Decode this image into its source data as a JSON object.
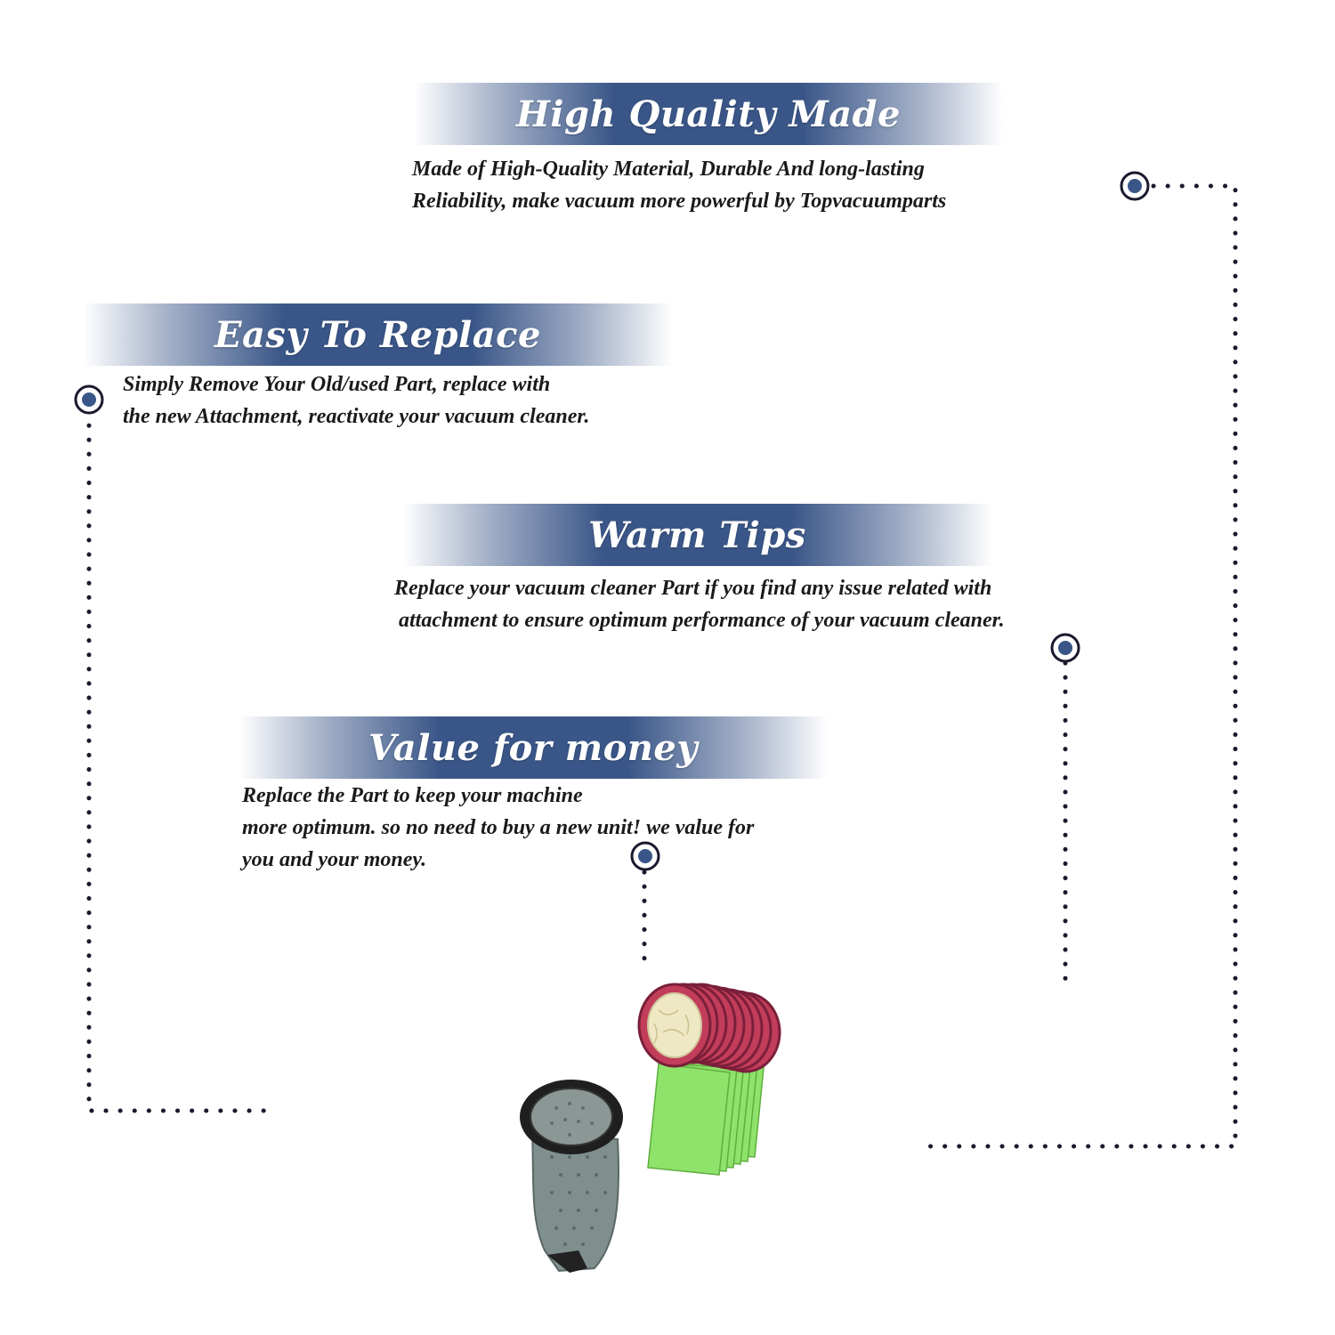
{
  "sections": [
    {
      "title": "High Quality Made",
      "lines": [
        "Made of  High-Quality Material, Durable And long-lasting",
        "Reliability, make vacuum more powerful by Topvacuumparts"
      ]
    },
    {
      "title": "Easy To Replace",
      "lines": [
        "Simply Remove Your Old/used Part, replace with",
        "the new Attachment, reactivate your vacuum cleaner."
      ]
    },
    {
      "title": "Warm Tips",
      "lines": [
        "Replace your vacuum cleaner Part if you find any issue related with",
        "attachment to ensure optimum performance of your vacuum cleaner."
      ]
    },
    {
      "title": "Value for money",
      "lines": [
        "Replace the Part to keep your machine",
        "more optimum. so no need to buy a new unit! we value for",
        "you and your money."
      ]
    }
  ],
  "colors": {
    "banner": "#3a5688",
    "connector": "#1a1a2e",
    "marker": "#3a5688"
  },
  "product": {
    "items": [
      "cloth-filter-bag-icon",
      "paper-filter-bags-icon"
    ]
  }
}
